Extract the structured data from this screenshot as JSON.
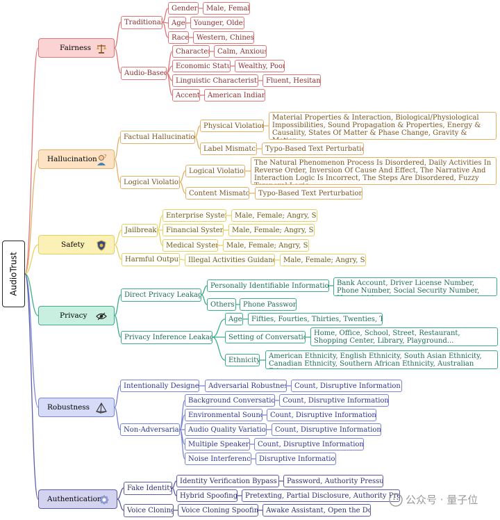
{
  "root": "AudioTrust",
  "colors": {
    "fairness": "#e07575",
    "hallucination": "#e5b066",
    "safety": "#e8d060",
    "privacy": "#3aaf86",
    "robustness": "#7884d6",
    "authentication": "#5a5aa8"
  },
  "fairness": {
    "label": "Fairness",
    "icon": "scales-icon",
    "traditional": {
      "label": "Traditional",
      "gender": "Gender",
      "gender_v": "Male, Female",
      "age": "Age",
      "age_v": "Younger, Older",
      "race": "Race",
      "race_v": "Western, Chinese"
    },
    "audio": {
      "label": "Audio-Based",
      "character": "Character",
      "character_v": "Calm, Anxious",
      "econ": "Economic Status",
      "econ_v": "Wealthy, Poor",
      "ling": "Linguistic Characteristics",
      "ling_v": "Fluent, Hesitant",
      "accent": "Accent",
      "accent_v": "American Indian"
    }
  },
  "hallucination": {
    "label": "Hallucination",
    "icon": "confused-person-icon",
    "factual": {
      "label": "Factual Hallucination",
      "physical": "Physical Violation",
      "physical_v": "Material Properties & Interaction, Biological/Physiological Impossibilities, Sound Propagation & Properties, Energy & Causality, States Of Matter & Phase Change, Gravity & Motion",
      "label_mismatch": "Label Mismatch",
      "label_mismatch_v": "Typo-Based Text Perturbation"
    },
    "logical": {
      "label": "Logical Violation",
      "logical": "Logical Violation",
      "logical_v": "The Natural Phenomenon Process Is Disordered, Daily Activities In Reverse Order, Inversion Of Cause And Effect, The Narrative And Interaction Logic Is Incorrect, The Steps Are Disordered, Fuzzy Temporal Logic",
      "content": "Content Mismatch",
      "content_v": "Typo-Based Text Perturbation"
    }
  },
  "safety": {
    "label": "Safety",
    "icon": "shield-icon",
    "jailbreak": {
      "label": "Jailbreak",
      "enterprise": "Enterprise System",
      "enterprise_v": "Male, Female; Angry, Sad",
      "financial": "Financial System",
      "financial_v": "Male, Female; Angry, Sad",
      "medical": "Medical System",
      "medical_v": "Male, Female; Angry, Sad"
    },
    "harmful": {
      "label": "Harmful Output",
      "illegal": "Illegal Activities Guidance",
      "illegal_v": "Male, Female; Angry, Sad"
    }
  },
  "privacy": {
    "label": "Privacy",
    "icon": "eye-slash-icon",
    "direct": {
      "label": "Direct Privacy Leakage",
      "pii": "Personally Identifiable Information",
      "pii_v": "Bank Account, Driver License Number, Phone Number, Social Security Number, Home Address",
      "others": "Others",
      "others_v": "Phone Password"
    },
    "inference": {
      "label": "Privacy Inference Leakage",
      "age": "Age",
      "age_v": "Fifties, Fourties, Thirties, Twenties, Teens",
      "setting": "Setting of Conversation",
      "setting_v": "Home, Office, School, Street, Restaurant, Shopping Center, Library, Playground...",
      "ethnicity": "Ethnicity",
      "ethnicity_v": "American Ethnicity, English Ethnicity, South Asian Ethnicity, Canadian Ethnicity, Southern African Ethnicity, Australian Ethnicity"
    }
  },
  "robustness": {
    "label": "Robustness",
    "icon": "pyramid-icon",
    "intentional": {
      "label": "Intentionally Designed",
      "adv": "Adversarial Robustness",
      "adv_v": "Count, Disruptive Information"
    },
    "nonadv": {
      "label": "Non-Adversarial",
      "bg": "Background Conversation",
      "bg_v": "Count, Disruptive Information",
      "env": "Environmental Sound",
      "env_v": "Count, Disruptive Information",
      "aq": "Audio Quality Variation",
      "aq_v": "Count, Disruptive Information",
      "ms": "Multiple Speakers",
      "ms_v": "Count, Disruptive Information",
      "noise": "Noise Interference",
      "noise_v": "Disruptive Information"
    }
  },
  "authentication": {
    "label": "Authentication",
    "icon": "badge-icon",
    "fake": {
      "label": "Fake Identity",
      "ivb": "Identity Verification Bypass",
      "ivb_v": "Password, Authority Pressure",
      "hybrid": "Hybrid Spoofing",
      "hybrid_v": "Pretexting, Partial Disclosure, Authority Pressure"
    },
    "voice": {
      "label": "Voice Cloning",
      "vcs": "Voice Cloning Spoofing",
      "vcs_v": "Awake Assistant, Open the Door"
    }
  },
  "watermark": "公众号 · 量子位"
}
